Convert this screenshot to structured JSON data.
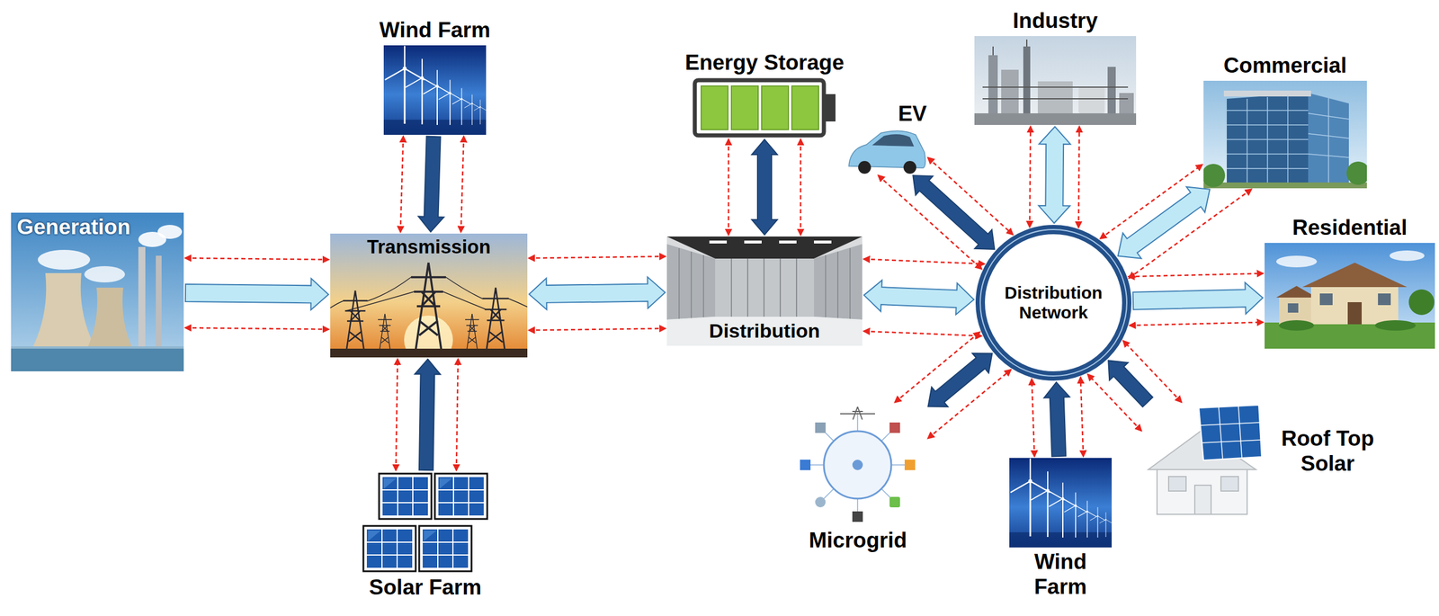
{
  "diagram": {
    "nodes": [
      {
        "text": [
          "Wind Farm"
        ]
      },
      {
        "text": [
          "Energy Storage"
        ]
      },
      {
        "text": [
          "Industry"
        ]
      },
      {
        "text": [
          "EV"
        ]
      },
      {
        "text": [
          "Commercial"
        ]
      },
      {
        "text": [
          "Generation"
        ]
      },
      {
        "text": [
          "Transmission"
        ]
      },
      {
        "text": [
          "Distribution"
        ]
      },
      {
        "text": [
          "Distribution Network"
        ]
      },
      {
        "text": [
          "Residential"
        ]
      },
      {
        "text": [
          "Roof Top Solar"
        ]
      },
      {
        "text": [
          "Microgrid"
        ]
      },
      {
        "text": [
          "Wind Farm"
        ]
      },
      {
        "text": [
          "Solar Farm"
        ]
      }
    ],
    "edges": [
      {
        "from": 5,
        "to": 6,
        "arrow": "to"
      },
      {
        "from": 0,
        "to": 6,
        "arrow": "to"
      },
      {
        "from": 13,
        "to": 6,
        "arrow": "to"
      },
      {
        "from": 6,
        "to": 7,
        "arrow": "both"
      },
      {
        "from": 1,
        "to": 7,
        "arrow": "both"
      },
      {
        "from": 7,
        "to": 8,
        "arrow": "both"
      },
      {
        "from": 3,
        "to": 8,
        "arrow": "both"
      },
      {
        "from": 8,
        "to": 2,
        "arrow": "both"
      },
      {
        "from": 8,
        "to": 4,
        "arrow": "both"
      },
      {
        "from": 8,
        "to": 9,
        "arrow": "to"
      },
      {
        "from": 10,
        "to": 8,
        "arrow": "to"
      },
      {
        "from": 12,
        "to": 8,
        "arrow": "to"
      },
      {
        "from": 11,
        "to": 8,
        "arrow": "both"
      },
      {
        "from": 5,
        "to": 6,
        "arrow": "both"
      },
      {
        "from": 5,
        "to": 6,
        "arrow": "both"
      },
      {
        "from": 0,
        "to": 6,
        "arrow": "both"
      },
      {
        "from": 0,
        "to": 6,
        "arrow": "both"
      },
      {
        "from": 13,
        "to": 6,
        "arrow": "both"
      },
      {
        "from": 13,
        "to": 6,
        "arrow": "both"
      },
      {
        "from": 6,
        "to": 7,
        "arrow": "both"
      },
      {
        "from": 6,
        "to": 7,
        "arrow": "both"
      },
      {
        "from": 1,
        "to": 7,
        "arrow": "both"
      },
      {
        "from": 1,
        "to": 7,
        "arrow": "both"
      },
      {
        "from": 7,
        "to": 8,
        "arrow": "both"
      },
      {
        "from": 7,
        "to": 8,
        "arrow": "both"
      },
      {
        "from": 3,
        "to": 8,
        "arrow": "both"
      },
      {
        "from": 3,
        "to": 8,
        "arrow": "both"
      },
      {
        "from": 8,
        "to": 2,
        "arrow": "both"
      },
      {
        "from": 8,
        "to": 2,
        "arrow": "both"
      },
      {
        "from": 8,
        "to": 4,
        "arrow": "both"
      },
      {
        "from": 8,
        "to": 4,
        "arrow": "both"
      },
      {
        "from": 8,
        "to": 9,
        "arrow": "both"
      },
      {
        "from": 8,
        "to": 9,
        "arrow": "both"
      },
      {
        "from": 10,
        "to": 8,
        "arrow": "both"
      },
      {
        "from": 10,
        "to": 8,
        "arrow": "both"
      },
      {
        "from": 12,
        "to": 8,
        "arrow": "both"
      },
      {
        "from": 12,
        "to": 8,
        "arrow": "both"
      },
      {
        "from": 11,
        "to": 8,
        "arrow": "both"
      },
      {
        "from": 11,
        "to": 8,
        "arrow": "both"
      }
    ]
  }
}
